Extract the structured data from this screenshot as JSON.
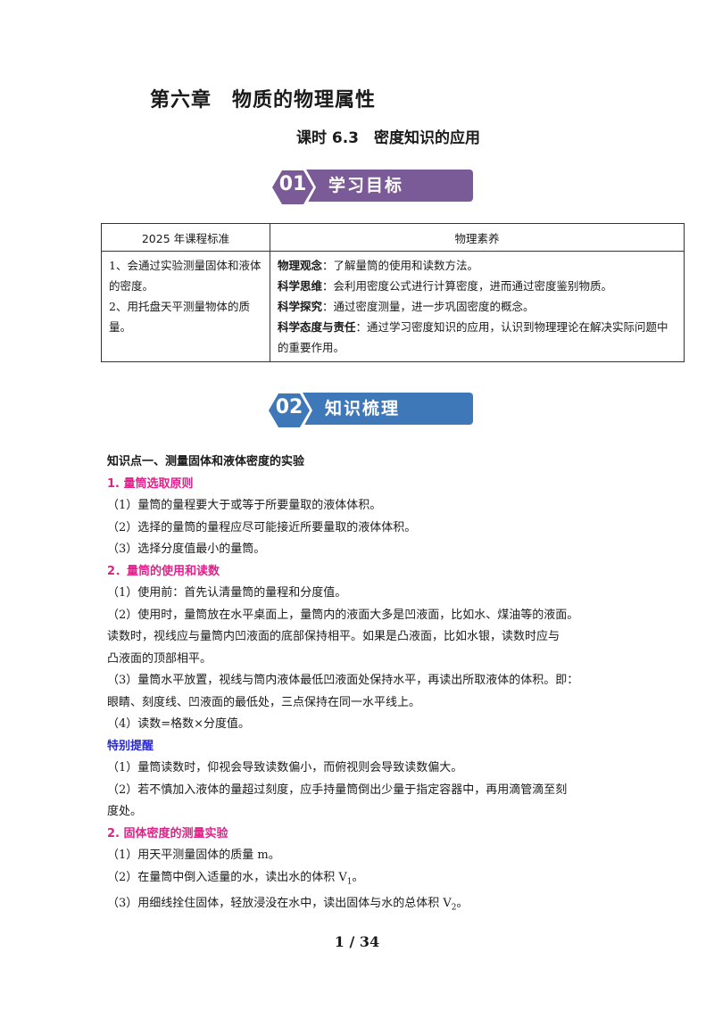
{
  "header": {
    "chapter_title": "第六章　物质的物理属性",
    "lesson_title": "课时 6.3　密度知识的应用"
  },
  "colors": {
    "banner_purple": "#7b5b97",
    "banner_blue": "#3f78b8",
    "heading_pink": "#e0218a",
    "heading_blue": "#2b2bd6"
  },
  "section1": {
    "number": "01",
    "label": "学习目标",
    "icon": "hexagon-badge-icon"
  },
  "section2": {
    "number": "02",
    "label": "知识梳理",
    "icon": "hexagon-badge-icon"
  },
  "standards_table": {
    "headers": [
      "2025 年课程标准",
      "物理素养"
    ],
    "left": [
      "1、会通过实验测量固体和液体的密度。",
      "2、用托盘天平测量物体的质量。"
    ],
    "right": [
      {
        "label": "物理观念",
        "text": "：了解量筒的使用和读数方法。"
      },
      {
        "label": "科学思维",
        "text": "：会利用密度公式进行计算密度，进而通过密度鉴别物质。"
      },
      {
        "label": "科学探究",
        "text": "：通过密度测量，进一步巩固密度的概念。"
      },
      {
        "label": "科学态度与责任",
        "text": "：通过学习密度知识的应用，认识到物理理论在解决实际问题中的重要作用。"
      }
    ]
  },
  "content": {
    "kp1_title": "知识点一、测量固体和液体密度的实验",
    "h1": "1. 量筒选取原则",
    "h1_items": [
      "（1）量筒的量程要大于或等于所要量取的液体体积。",
      "（2）选择的量筒的量程应尽可能接近所要量取的液体体积。",
      "（3）选择分度值最小的量筒。"
    ],
    "h2": "2．量筒的使用和读数",
    "h2_items": [
      "（1）使用前：首先认清量筒的量程和分度值。",
      "（2）使用时，量筒放在水平桌面上，量筒内的液面大多是凹液面，比如水、煤油等的液面。",
      "读数时，视线应与量筒内凹液面的底部保持相平。如果是凸液面，比如水银，读数时应与",
      "凸液面的顶部相平。",
      "（3）量筒水平放置，视线与筒内液体最低凹液面处保持水平，再读出所取液体的体积。即：",
      "眼睛、刻度线、凹液面的最低处，三点保持在同一水平线上。",
      "（4）读数=格数×分度值。"
    ],
    "tip_title": "特别提醒",
    "tip_items": [
      "（1）量筒读数时，仰视会导致读数偏小，而俯视则会导致读数偏大。",
      "（2）若不慎加入液体的量超过刻度，应手持量筒倒出少量于指定容器中，再用滴管滴至刻",
      "度处。"
    ],
    "h3": "2. 固体密度的测量实验",
    "h3_items": {
      "i1": "（1）用天平测量固体的质量 m。",
      "i2_pre": "（2）在量筒中倒入适量的水，读出水的体积 V",
      "i2_sub": "1",
      "i2_post": "。",
      "i3_pre": "（3）用细线拴住固体，轻放浸没在水中，读出固体与水的总体积 V",
      "i3_sub": "2",
      "i3_post": "。"
    }
  },
  "footer": {
    "page": "1 / 34"
  }
}
